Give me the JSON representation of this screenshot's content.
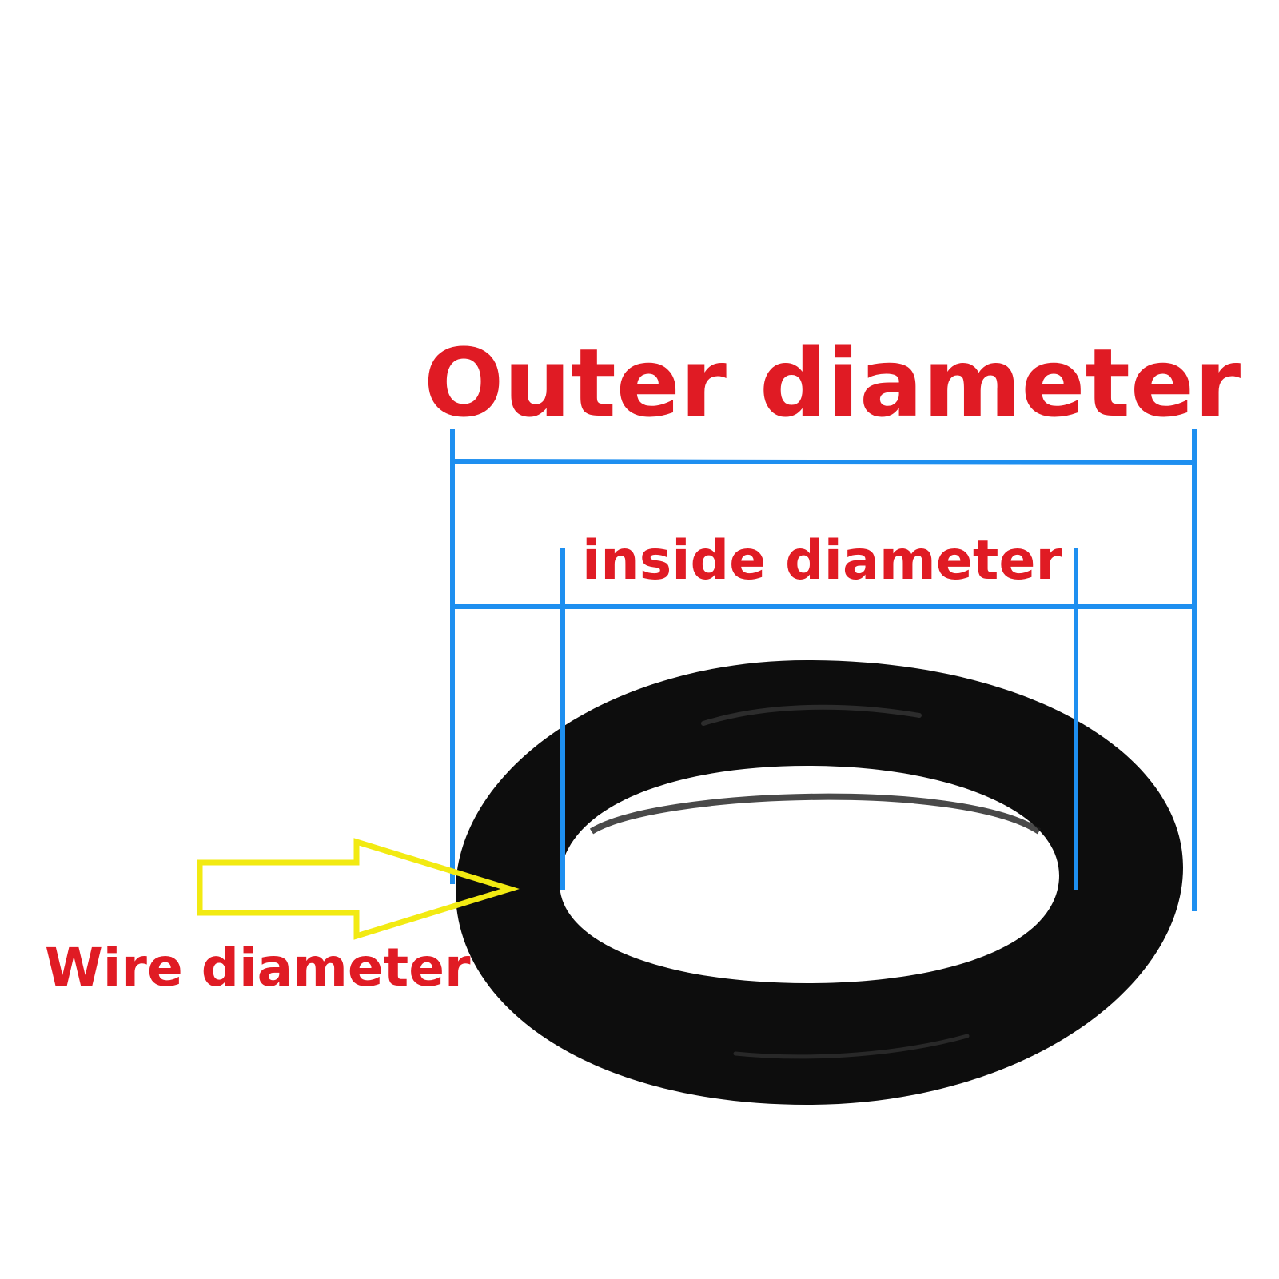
{
  "labels": {
    "outer": "Outer diameter",
    "inside": "inside diameter",
    "wire": "Wire diameter"
  },
  "colors": {
    "background": "#ffffff",
    "label_text": "#e01b24",
    "dimension_line": "#1e8ff0",
    "arrow_outline": "#f2ea12",
    "ring": "#0d0d0d",
    "ring_highlight": "#3a3a3a"
  }
}
